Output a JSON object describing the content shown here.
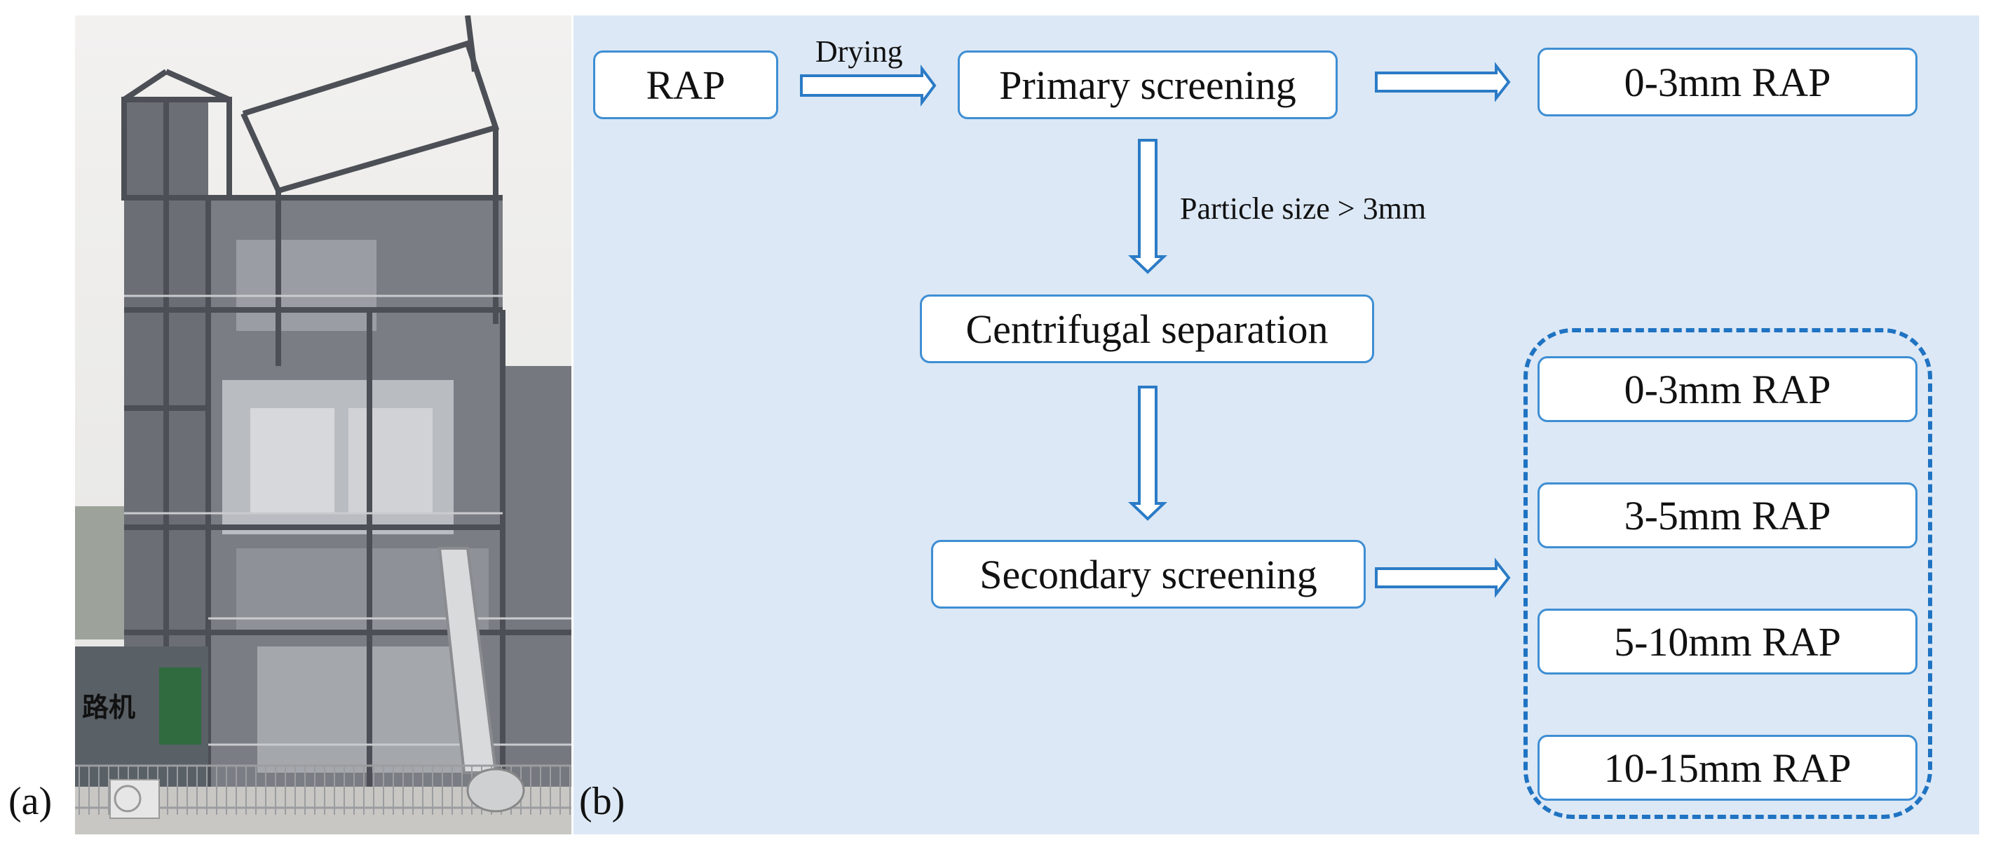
{
  "panel_labels": {
    "a": "(a)",
    "b": "(b)"
  },
  "photo": {
    "subject": "RAP processing plant tower (steel frame structure)",
    "sign_text": "路机"
  },
  "flow": {
    "start": "RAP",
    "drying_label": "Drying",
    "primary": "Primary screening",
    "primary_output": "0-3mm RAP",
    "particle_label": "Particle size > 3mm",
    "centrifugal": "Centrifugal separation",
    "secondary": "Secondary screening",
    "outputs": [
      "0-3mm RAP",
      "3-5mm RAP",
      "5-10mm RAP",
      "10-15mm RAP"
    ]
  },
  "colors": {
    "panel_bg": "#dce8f5",
    "box_border": "#3e8ed3",
    "arrow": "#2b7bc6",
    "dashed_group": "#1f73c2"
  }
}
